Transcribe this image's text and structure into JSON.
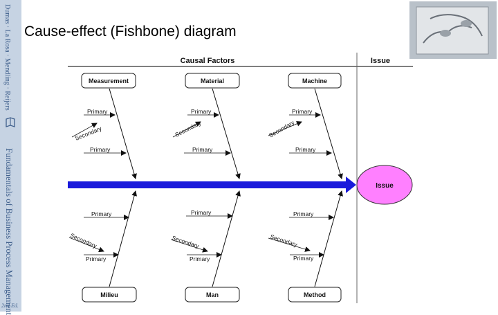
{
  "sidebar": {
    "top_text": "Dumas · La Rosa · Mendling · Reijers",
    "book_title": "Fundamentals of Business Process Management",
    "edition": "2nd Ed."
  },
  "slide": {
    "title": "Cause-effect (Fishbone) diagram"
  },
  "diagram": {
    "header_left": "Causal Factors",
    "header_right": "Issue",
    "issue_label": "Issue",
    "issue_color": "#ff80ff",
    "spine_color": "#1a1adb",
    "top_categories": [
      "Measurement",
      "Material",
      "Machine"
    ],
    "bottom_categories": [
      "Milieu",
      "Man",
      "Method"
    ],
    "primary_label": "Primary",
    "secondary_label": "Secondary"
  }
}
